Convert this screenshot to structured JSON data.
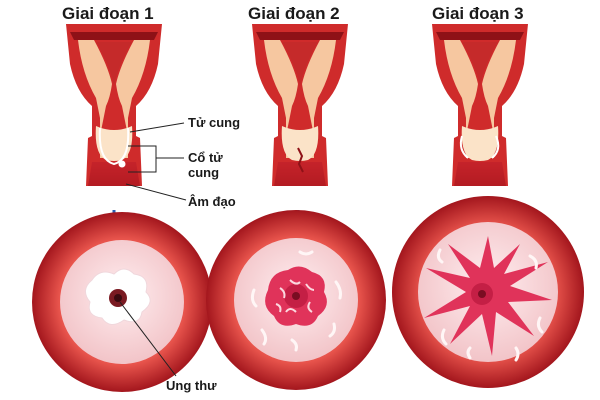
{
  "stages": [
    {
      "title": "Giai đoạn 1"
    },
    {
      "title": "Giai đoạn 2"
    },
    {
      "title": "Giai đoạn 3"
    }
  ],
  "labels": {
    "uterus": "Tử cung",
    "cervix_line1": "Cổ tử",
    "cervix_line2": "cung",
    "vagina": "Âm đạo",
    "cancer": "Ung thư"
  },
  "colors": {
    "tissue_dark": "#a3161d",
    "tissue": "#cf2b2b",
    "tissue_light": "#e8544c",
    "lining": "#f6c7a0",
    "lining_light": "#fbe3c8",
    "disc_pink": "#f8d7d9",
    "lesion": "#e0335a",
    "arrow": "#2a5fb0",
    "leader": "#222222"
  }
}
